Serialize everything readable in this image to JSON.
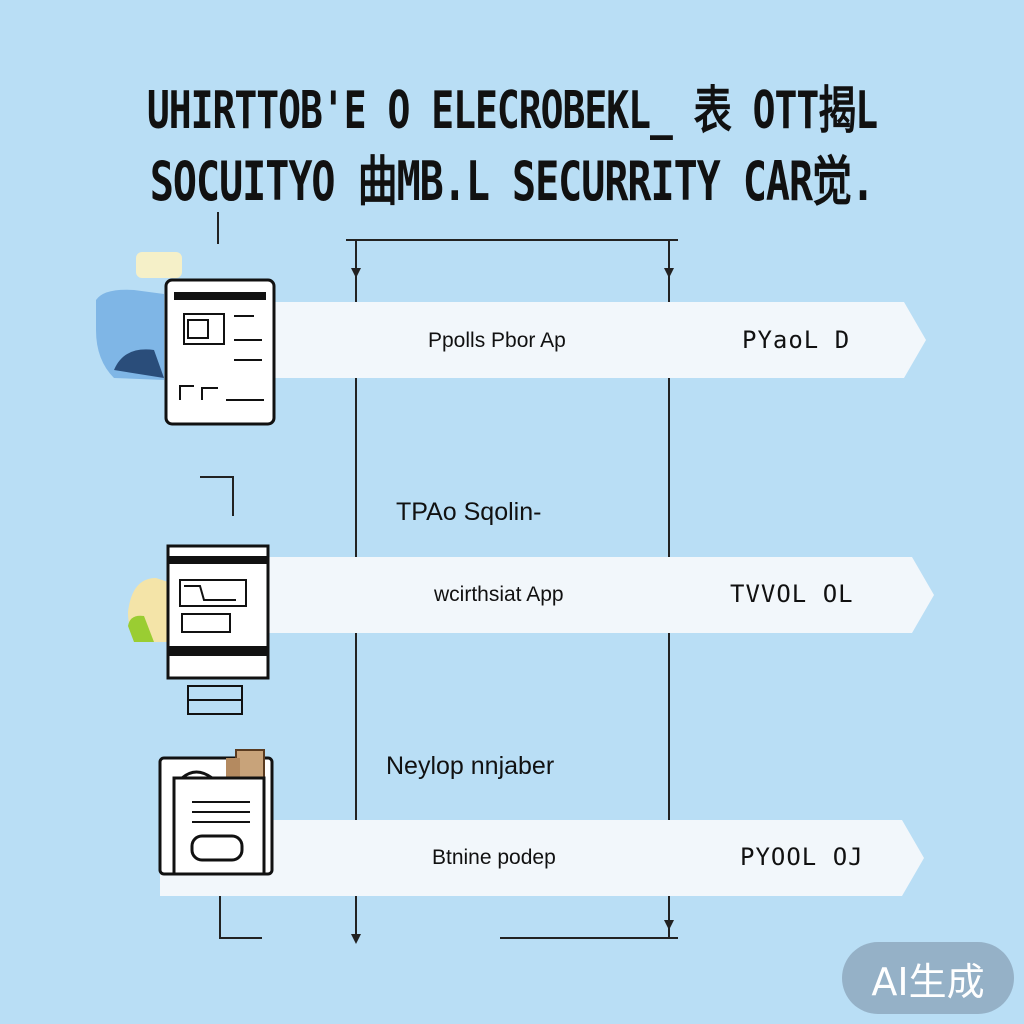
{
  "title": {
    "line1": "UHIRTTOB'E O ELECROBEKL_ 表 OTT揭L",
    "line2": "SOCUITYO 曲MB.L SECURRITY CAR觉."
  },
  "rows": [
    {
      "label": "Ppolls Pbor  Ap",
      "code": "PYaoL D"
    },
    {
      "label": "wcirthsiat App",
      "code": "TVVOL OL"
    },
    {
      "label": "Btnine podep",
      "code": "PYOOL OJ"
    }
  ],
  "sections": {
    "second": "TPAo Sqolin-",
    "third": "Neylop nnjaber"
  },
  "badge": "AI生成",
  "icons": {
    "row1": "person-with-mobile-phone-icon",
    "row2": "person-with-monitor-icon",
    "row3": "shopping-bag-icon"
  },
  "colors": {
    "background": "#b9def5",
    "banner": "#f2f7fb",
    "text": "#111111"
  }
}
